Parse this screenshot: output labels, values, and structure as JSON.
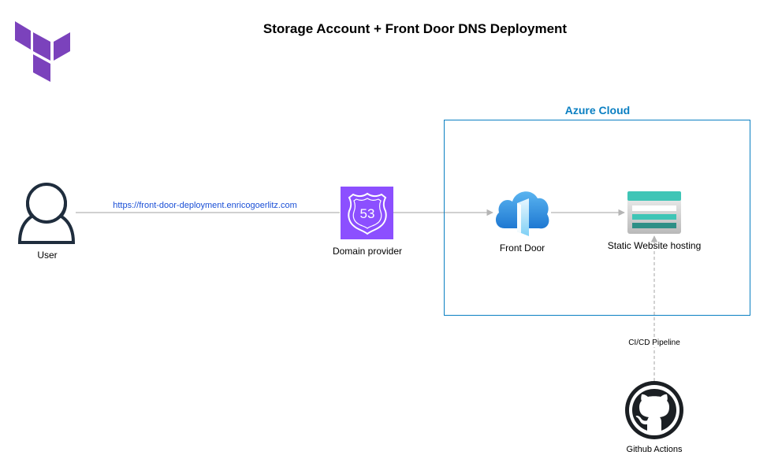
{
  "title": "Storage Account + Front Door DNS Deployment",
  "azure_cloud": {
    "label": "Azure Cloud",
    "color": "#0a7fc2"
  },
  "nodes": {
    "user": {
      "label": "User",
      "icon": "user-icon"
    },
    "domain_provider": {
      "label": "Domain provider",
      "icon": "route53-shield-icon",
      "badge": "53",
      "color": "#8c4fff"
    },
    "front_door": {
      "label": "Front Door",
      "icon": "azure-front-door-icon"
    },
    "static_website": {
      "label": "Static Website hosting",
      "icon": "storage-static-website-icon"
    },
    "github_actions": {
      "label": "Github Actions",
      "icon": "github-octocat-icon"
    }
  },
  "edges": {
    "user_to_dns": {
      "label": "https://front-door-deployment.enricogoerlitz.com",
      "color": "#1a4fd6"
    },
    "pipeline": {
      "label": "CI/CD Pipeline"
    }
  },
  "logo": {
    "icon": "terraform-logo-icon",
    "color": "#7b42bc"
  }
}
